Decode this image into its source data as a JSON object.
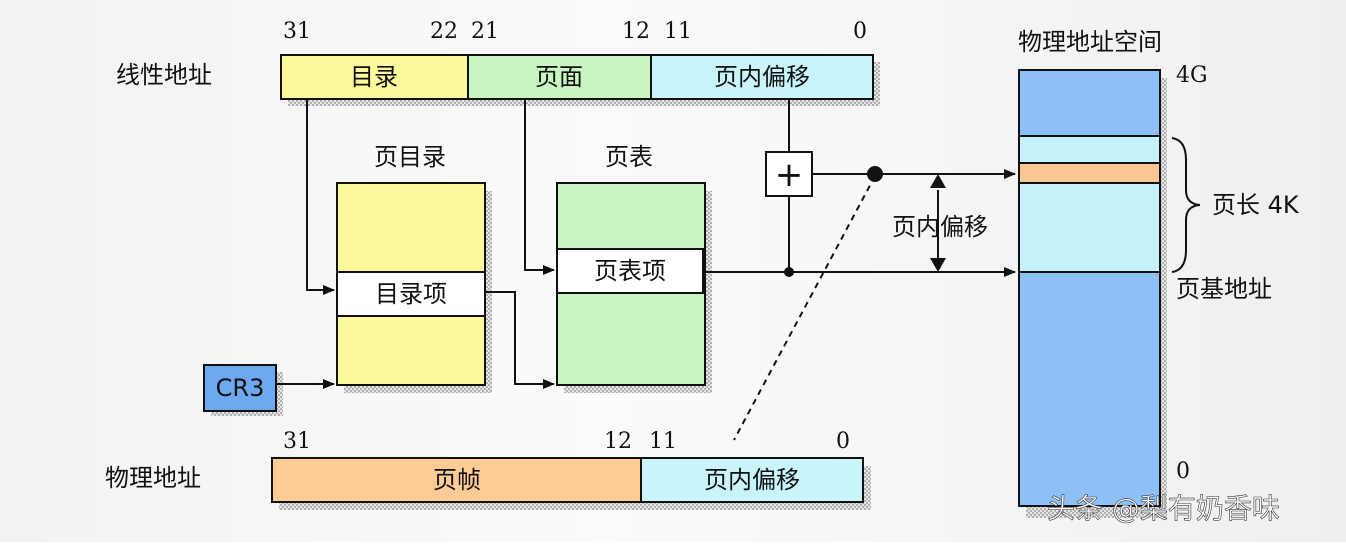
{
  "colors": {
    "directory": "#fcf99a",
    "page_table": "#c8f5c0",
    "offset": "#c9f4fb",
    "frame": "#fccb96",
    "cr3": "#6ea8f0",
    "phys_space": "#8ec0f8",
    "phys_page": "#c6f1fb",
    "phys_highlight": "#fbc693"
  },
  "linear_address": {
    "label": "线性地址",
    "bits": {
      "b31": "31",
      "b22": "22",
      "b21": "21",
      "b12": "12",
      "b11": "11",
      "b0": "0"
    },
    "fields": {
      "directory": "目录",
      "page": "页面",
      "offset": "页内偏移"
    }
  },
  "page_directory": {
    "title": "页目录",
    "entry": "目录项"
  },
  "page_table": {
    "title": "页表",
    "entry": "页表项"
  },
  "adder_symbol": "+",
  "offset_label": "页内偏移",
  "cr3": "CR3",
  "physical_address": {
    "label": "物理地址",
    "bits": {
      "b31": "31",
      "b12": "12",
      "b11": "11",
      "b0": "0"
    },
    "fields": {
      "frame": "页帧",
      "offset": "页内偏移"
    }
  },
  "physical_space": {
    "title": "物理地址空间",
    "top": "4G",
    "bottom": "0",
    "page_size": "页长 4K",
    "page_base": "页基地址"
  },
  "watermark": "头条 @梨有奶香味"
}
